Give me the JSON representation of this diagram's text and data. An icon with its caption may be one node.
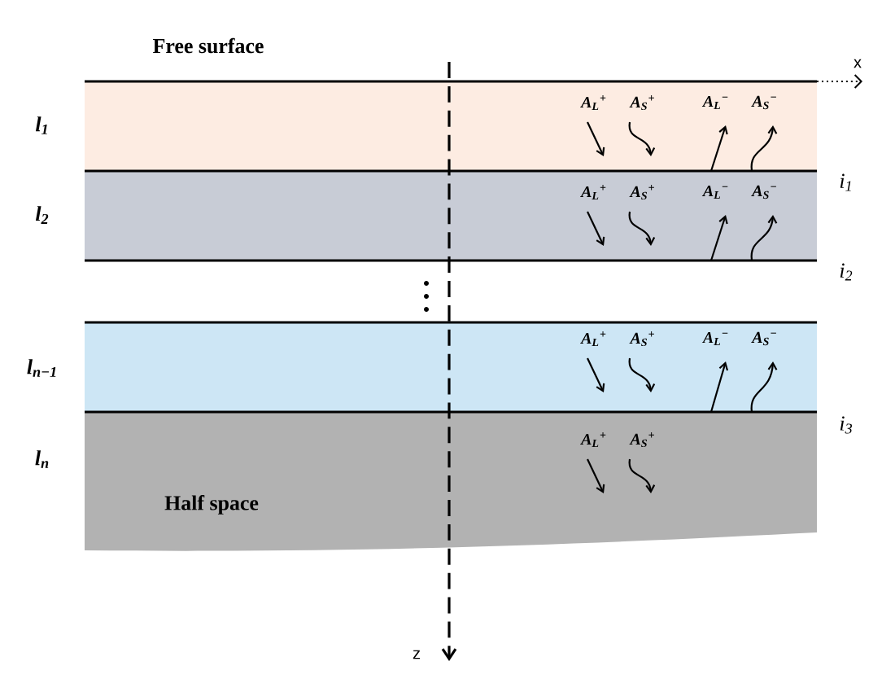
{
  "diagram": {
    "labels": [
      "Free surface",
      "x",
      "l$_{1}$",
      "A$_{L}$$^{+}$",
      "A$_{S}$$^{+}$",
      "A$_{L}$$^{−}$",
      "A$_{S}$$^{−}$",
      "i$_{1}$",
      "l$_{2}$",
      "A$_{L}$$^{+}$",
      "A$_{S}$$^{+}$",
      "A$_{L}$$^{−}$",
      "A$_{S}$$^{−}$",
      "i$_{2}$",
      "l$_{n−1}$",
      "A$_{L}$$^{+}$",
      "A$_{S}$$^{+}$",
      "A$_{L}$$^{−}$",
      "A$_{S}$$^{−}$",
      "i$_{3}$",
      "l$_{n}$",
      "A$_{L}$$^{+}$",
      "A$_{S}$$^{+}$",
      "Half space",
      "z"
    ]
  }
}
